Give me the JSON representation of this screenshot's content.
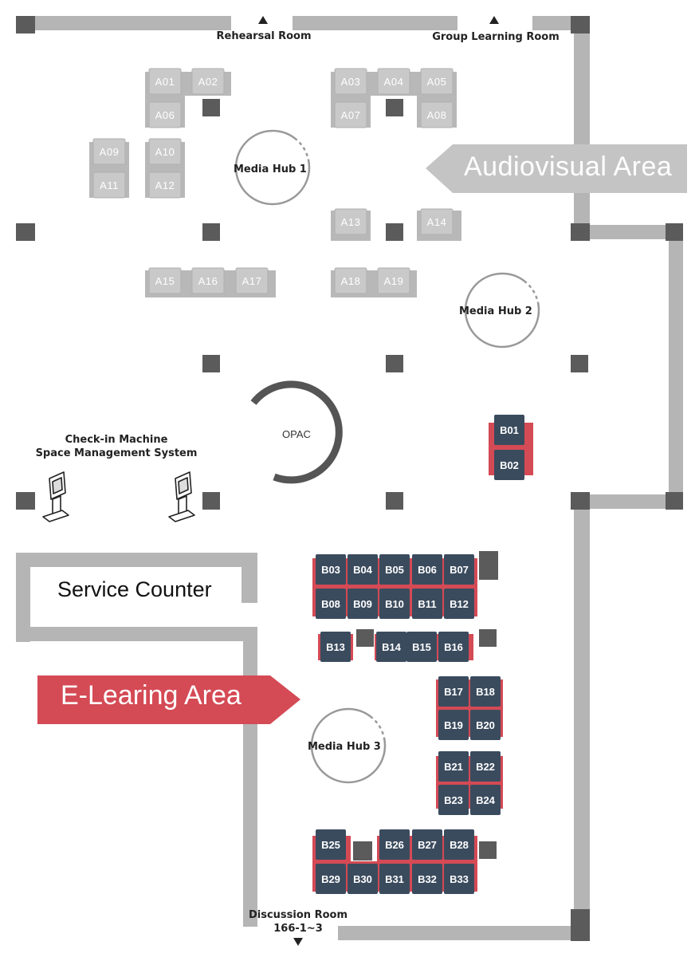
{
  "exits": {
    "rehearsal_room": "Rehearsal Room",
    "group_learning_room": "Group Learning Room",
    "discussion_room": "Discussion Room",
    "discussion_room_number": "166-1~3"
  },
  "areas": {
    "audiovisual": "Audiovisual Area",
    "e_learning": "E-Learing Area",
    "service_counter": "Service Counter"
  },
  "media_hubs": {
    "hub1": "Media Hub 1",
    "hub2": "Media Hub 2",
    "hub3": "Media Hub 3"
  },
  "opac": "OPAC",
  "checkin": {
    "line1": "Check-in Machine",
    "line2": "Space Management System"
  },
  "colors": {
    "audiovisual_seat": "#c9c9c9",
    "e_learning_seat": "#3b4b5e",
    "e_learning_accent": "#d44a55",
    "wall": "#b5b5b5",
    "pillar": "#5b5b5b"
  },
  "icons": {
    "kiosk": "kiosk-icon",
    "exit_arrow": "arrow-icon"
  },
  "seats_a": [
    "A01",
    "A02",
    "A03",
    "A04",
    "A05",
    "A06",
    "A07",
    "A08",
    "A09",
    "A10",
    "A11",
    "A12",
    "A13",
    "A14",
    "A15",
    "A16",
    "A17",
    "A18",
    "A19"
  ],
  "seats_b": [
    "B01",
    "B02",
    "B03",
    "B04",
    "B05",
    "B06",
    "B07",
    "B08",
    "B09",
    "B10",
    "B11",
    "B12",
    "B13",
    "B14",
    "B15",
    "B16",
    "B17",
    "B18",
    "B19",
    "B20",
    "B21",
    "B22",
    "B23",
    "B24",
    "B25",
    "B26",
    "B27",
    "B28",
    "B29",
    "B30",
    "B31",
    "B32",
    "B33"
  ]
}
